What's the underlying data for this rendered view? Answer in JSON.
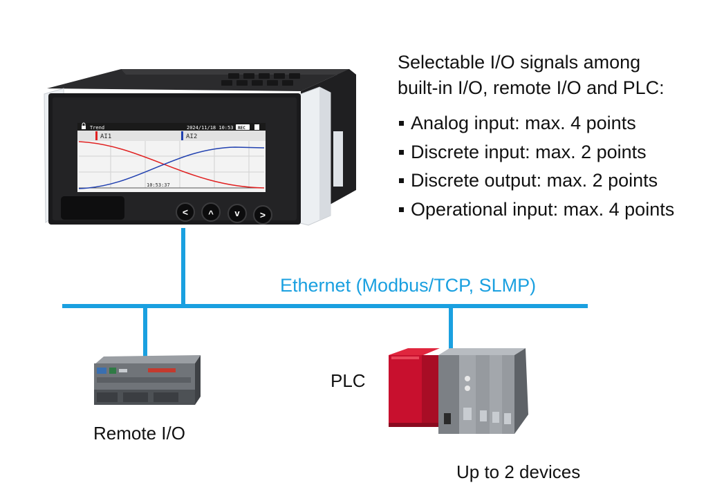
{
  "heading": {
    "line1": "Selectable I/O signals among",
    "line2": "built-in I/O, remote I/O and PLC:"
  },
  "bullets": [
    "Analog input: max. 4 points",
    "Discrete input: max. 2 points",
    "Discrete output: max. 2 points",
    "Operational input: max. 4 points"
  ],
  "network_label": "Ethernet (Modbus/TCP, SLMP)",
  "nodes": {
    "remote_io_label": "Remote I/O",
    "plc_label": "PLC",
    "plc_count_note": "Up to 2 devices"
  },
  "device_screen": {
    "mode_title": "Trend",
    "datetime": "2024/11/18 10:53",
    "rec_badge": "REC",
    "channel_1": "AI1",
    "channel_2": "AI2",
    "cursor_time": "10:53:37",
    "buttons": [
      "<",
      "^",
      "v",
      ">"
    ]
  },
  "colors": {
    "ethernet": "#1aa0e0",
    "trend_ai1": "#e02020",
    "trend_ai2": "#2040b0",
    "plc_module": "#c8102e"
  }
}
